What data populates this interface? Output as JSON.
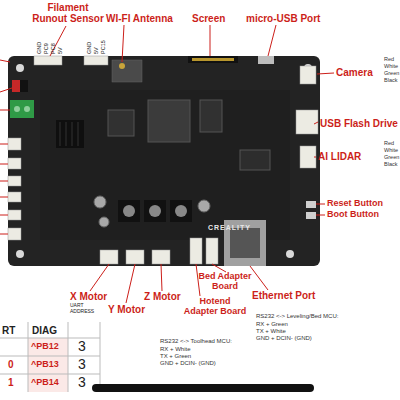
{
  "diagram": {
    "nodes": [
      {
        "text": [
          "CREALITY"
        ]
      }
    ],
    "labels": [
      "Filament Runout Sensor",
      "GND",
      "PC9",
      "PC8",
      "5V",
      "WI-FI Antenna",
      "GND",
      "5V",
      "PC15",
      "Screen",
      "micro-USB Port",
      "Camera",
      "Red",
      "White",
      "Green",
      "Black",
      "USB Flash Drive",
      "AI LIDAR",
      "Red",
      "White",
      "Green",
      "Black",
      "Reset Button",
      "Boot Button",
      "X Motor",
      "UART ADDRESS",
      "Y Motor",
      "Z Motor",
      "Hotend Adapter Board",
      "Bed Adapter Board",
      "Ethernet Port",
      "RT",
      "DIAG",
      "^PB12",
      "3",
      "0",
      "^PB13",
      "3",
      "1",
      "^PB14",
      "3",
      "RS232 <-> Toolhead MCU:",
      "RX + White",
      "TX + Green",
      "GND + DCIN- (GND)",
      "RS232 <-> Leveling/Bed MCU:",
      "RX + Green",
      "TX + White",
      "GND + DCIN- (GND)"
    ]
  }
}
